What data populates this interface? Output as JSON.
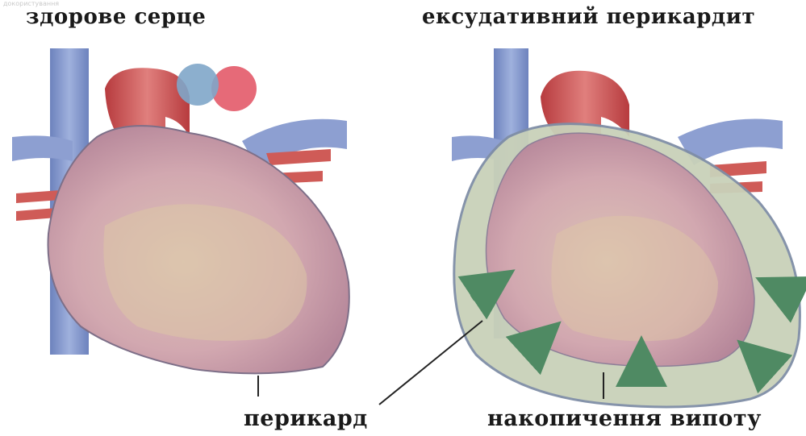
{
  "watermark": "докористування",
  "panels": {
    "left": {
      "title": "здорове серце"
    },
    "right": {
      "title": "ексудативний перикардит"
    }
  },
  "labels": {
    "pericardium": "перикард",
    "effusion": "накопичення випоту"
  },
  "colors": {
    "vein": "#7f93c9",
    "artery": "#c84a4a",
    "heart": "#cfa3ad",
    "fluid": "#c9d1b9",
    "arrow": "#4f8a63"
  }
}
